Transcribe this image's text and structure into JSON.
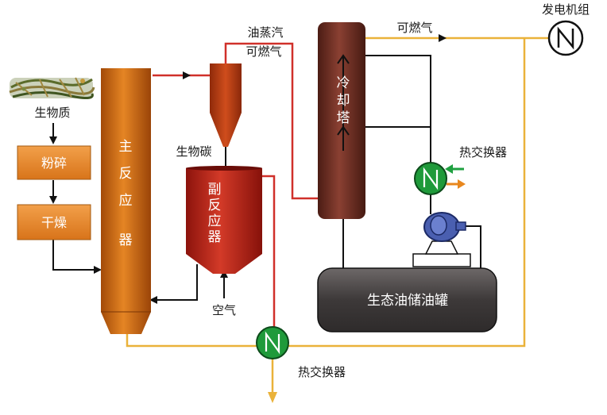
{
  "labels": {
    "biomass": "生物质",
    "crush": "粉碎",
    "dry": "干燥",
    "main_reactor": [
      "主",
      "反",
      "应",
      "器"
    ],
    "oil_vapor": "油蒸汽",
    "combustible_gas_left": "可燃气",
    "biochar": "生物碳",
    "sub_reactor": [
      "副",
      "反",
      "应",
      "器"
    ],
    "cooling_tower": [
      "冷",
      "却",
      "塔"
    ],
    "combustible_gas_top": "可燃气",
    "generator_set": "发电机组",
    "heat_exchanger_right": "热交换器",
    "oil_tank": "生态油储油罐",
    "air": "空气",
    "heat_exchanger_bottom": "热交换器"
  },
  "colors": {
    "orange_box": "#e8871e",
    "main_reactor": "#c8620f",
    "sub_reactor": "#b81d12",
    "cyclone": "#b53a12",
    "cooling_tower": "#6e2d22",
    "oil_tank": "#4a4545",
    "heat_exchanger": "#1f9a3a",
    "pump": "#4a5fb0",
    "red_pipe": "#d0302a",
    "gold_pipe": "#eab23a",
    "green_arrow": "#1fa040",
    "orange_arrow": "#e8871e"
  }
}
